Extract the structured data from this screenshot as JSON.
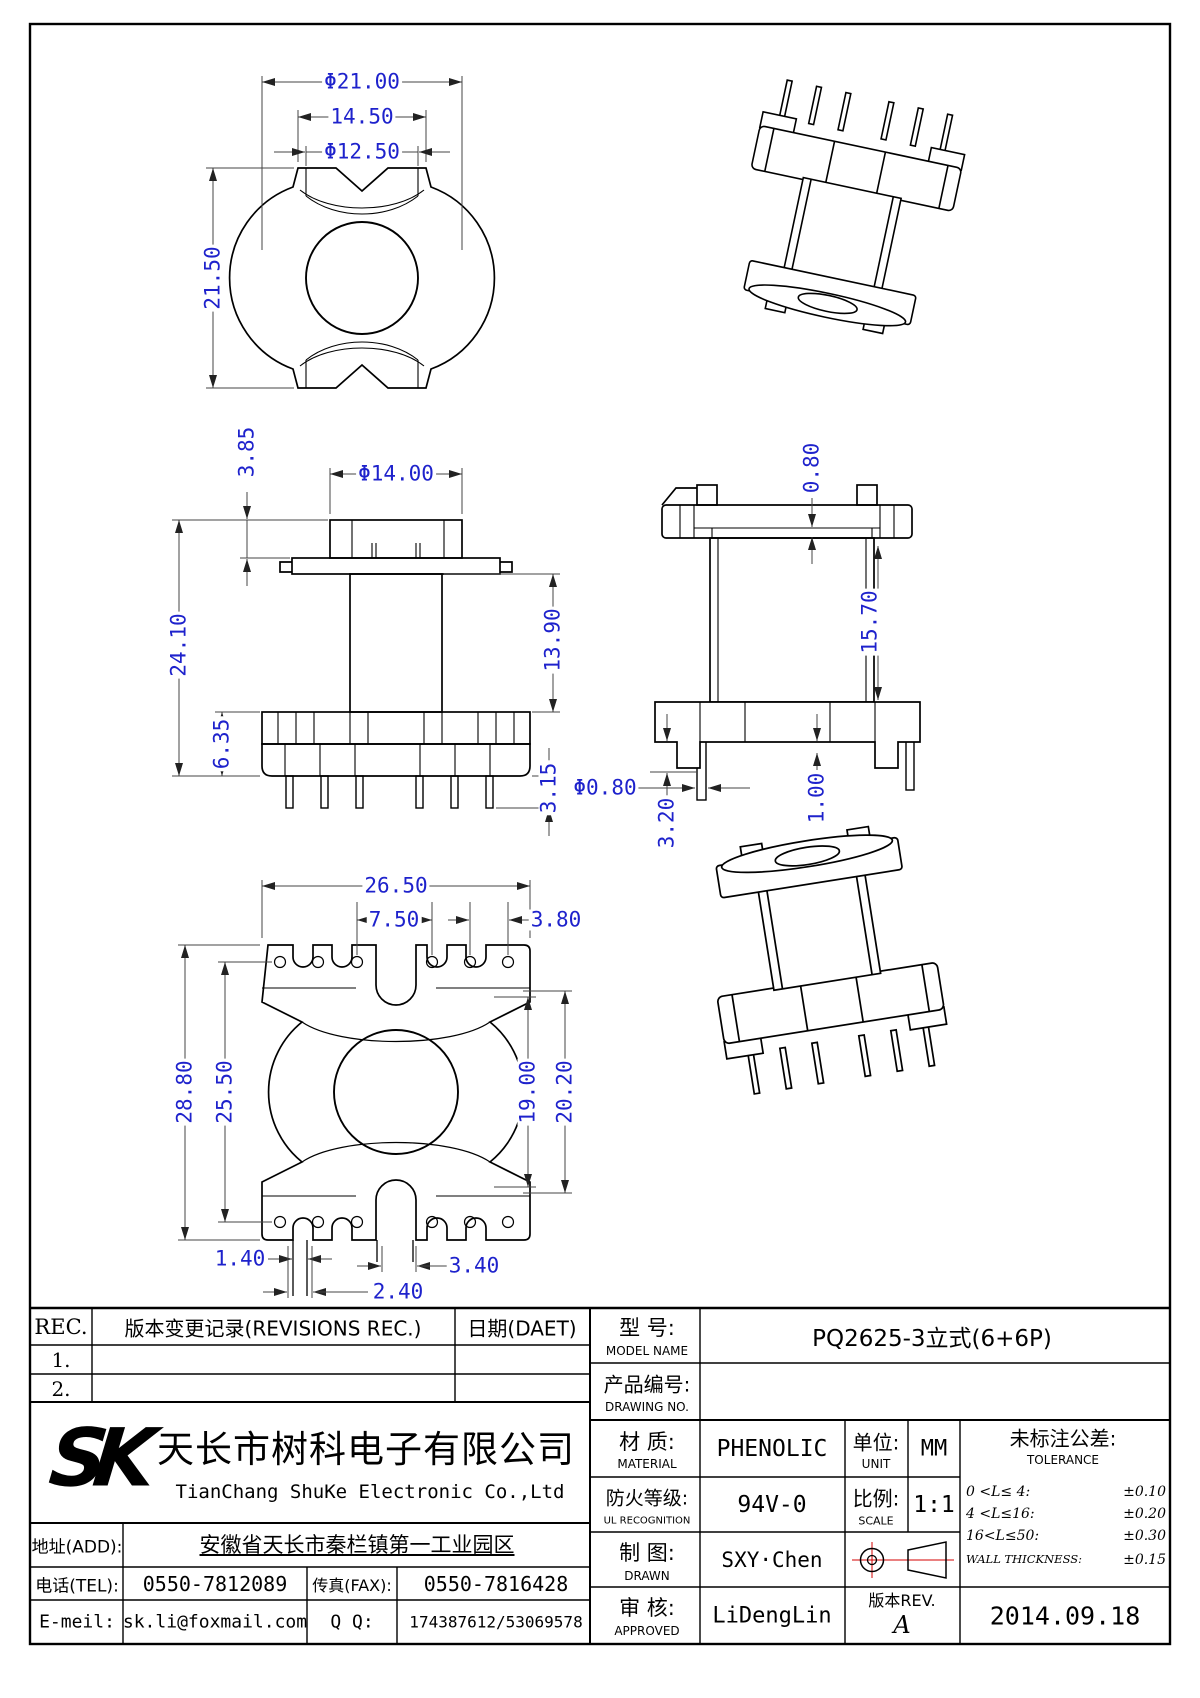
{
  "colors": {
    "line": "#000000",
    "dimension": "#1e22cc",
    "accent_red": "#d40000"
  },
  "dims": {
    "top_view": {
      "dia_outer": "Φ21.00",
      "flange_width": "14.50",
      "dia_inner": "Φ12.50",
      "height": "21.50"
    },
    "front_view": {
      "flange_thickness": "3.85",
      "dia_core": "Φ14.00",
      "total_height": "24.10",
      "body_height": "13.90",
      "base_height": "6.35",
      "pin_length": "3.15"
    },
    "side_view": {
      "lip_thickness": "0.80",
      "body_height": "15.70",
      "pin_length": "3.20",
      "base_plate": "1.00",
      "pin_dia": "Φ0.80"
    },
    "bottom_view": {
      "width": "26.50",
      "center_pitch": "7.50",
      "pin_pitch": "3.80",
      "total_height": "28.80",
      "hole_span": "25.50",
      "flange_span": "19.00",
      "outer_span": "20.20",
      "notch_width": "1.40",
      "pin_pitch2": "3.40",
      "slot_width": "2.40"
    }
  },
  "revisions": {
    "rec_header": "REC.",
    "title": "版本变更记录(REVISIONS REC.)",
    "date_header": "日期(DAET)",
    "rows": [
      {
        "no": "1."
      },
      {
        "no": "2."
      }
    ]
  },
  "company": {
    "logo": "SK",
    "name_cn": "天长市树科电子有限公司",
    "name_en": "TianChang ShuKe Electronic Co.,Ltd",
    "addr_label": "地址(ADD):",
    "addr": "安徽省天长市秦栏镇第一工业园区",
    "tel_label": "电话(TEL):",
    "tel": "0550-7812089",
    "fax_label": "传真(FAX):",
    "fax": "0550-7816428",
    "email_label": "E-meil:",
    "email": "sk.li@foxmail.com",
    "qq_label": "Q Q:",
    "qq": "174387612/53069578"
  },
  "spec": {
    "model_label_cn": "型  号:",
    "model_label_en": "MODEL NAME",
    "model": "PQ2625-3立式(6+6P)",
    "drawing_label_cn": "产品编号:",
    "drawing_label_en": "DRAWING NO.",
    "drawing_no": "",
    "material_label_cn": "材  质:",
    "material_label_en": "MATERIAL",
    "material": "PHENOLIC",
    "unit_label_cn": "单位:",
    "unit_label_en": "UNIT",
    "unit": "MM",
    "fire_label_cn": "防火等级:",
    "fire_label_en": "UL RECOGNITION",
    "fire_rating": "94V-0",
    "scale_label_cn": "比例:",
    "scale_label_en": "SCALE",
    "scale": "1:1",
    "drawn_label_cn": "制  图:",
    "drawn_label_en": "DRAWN",
    "drawn_by": "SXY·Chen",
    "approved_label_cn": "审  核:",
    "approved_label_en": "APPROVED",
    "approved_by": "LiDengLin",
    "rev_label": "版本REV.",
    "rev": "A",
    "date": "2014.09.18",
    "tolerance_title_cn": "未标注公差:",
    "tolerance_title_en": "TOLERANCE",
    "tolerances": [
      {
        "range": "0 <L≤ 4:",
        "value": "±0.10"
      },
      {
        "range": "4 <L≤16:",
        "value": "±0.20"
      },
      {
        "range": "16<L≤50:",
        "value": "±0.30"
      },
      {
        "range": "WALL THICKNESS:",
        "value": "±0.15"
      }
    ]
  }
}
